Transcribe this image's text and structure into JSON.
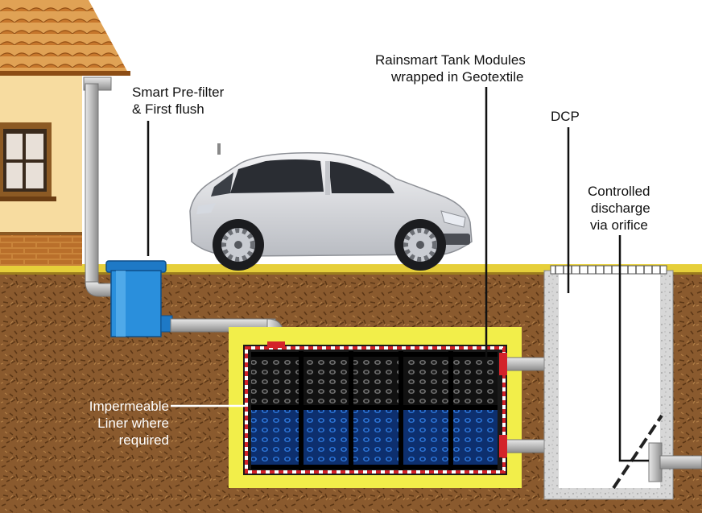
{
  "labels": {
    "prefilter": [
      "Smart Pre-filter",
      "& First flush"
    ],
    "tank_modules": [
      "Rainsmart Tank Modules",
      "wrapped in Geotextile"
    ],
    "dcp": "DCP",
    "controlled_discharge": [
      "Controlled",
      "discharge",
      "via orifice"
    ],
    "liner": [
      "Impermeable",
      "Liner where",
      "required"
    ]
  },
  "icons": {
    "house": "house-illustration",
    "car": "suv-car-illustration",
    "prefilter": "prefilter-unit-icon",
    "tank": "tank-module-grid",
    "pit": "control-pit"
  },
  "colors": {
    "soil": "#8a5a2e",
    "grass_strip": "#e6cf3a",
    "sand_fill": "#f2ee4a",
    "water": "#1f63c9",
    "prefilter_blue": "#2a8fdc",
    "liner_red": "#d3232a",
    "concrete": "#d7d7d7"
  }
}
